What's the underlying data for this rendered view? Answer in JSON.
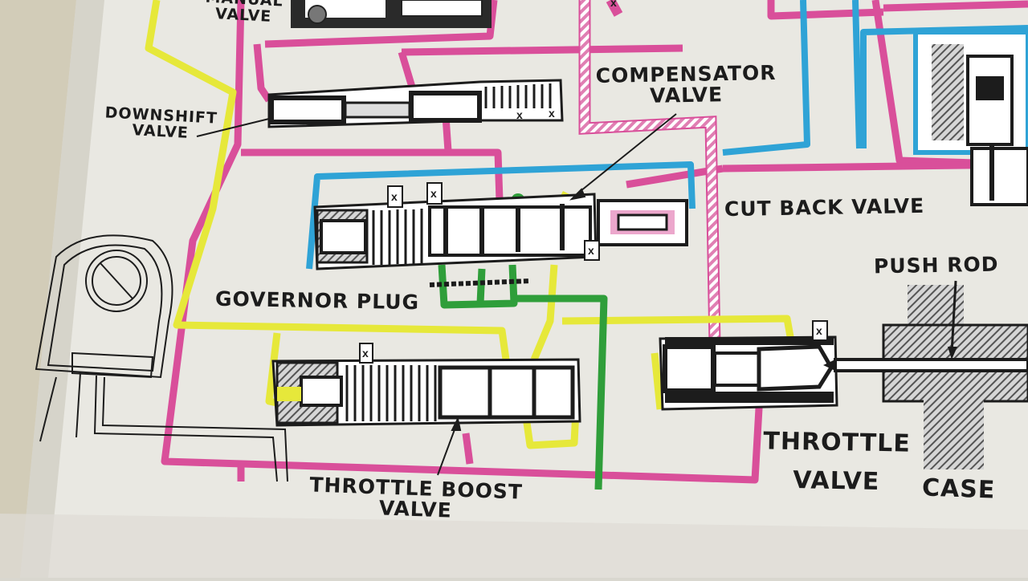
{
  "colors": {
    "page": "#ecebe6",
    "pink": "#d94f9a",
    "blue": "#2fa3d6",
    "yellow": "#e6e83a",
    "green": "#2f9e3a",
    "dark": "#1c1c1c",
    "hatch_pink": "#e8a6c9"
  },
  "labels": {
    "manual_valve": [
      "MANUAL",
      "VALVE"
    ],
    "downshift_valve": [
      "DOWNSHIFT",
      "VALVE"
    ],
    "compensator_valve": [
      "COMPENSATOR",
      "VALVE"
    ],
    "cut_back_valve": "CUT BACK VALVE",
    "push_rod": "PUSH ROD",
    "governor_plug": "GOVERNOR PLUG",
    "throttle_boost_valve": [
      "THROTTLE BOOST",
      "VALVE"
    ],
    "throttle_valve": [
      "THROTTLE",
      "VALVE"
    ],
    "case": "CASE"
  },
  "markers": [
    "x",
    "x",
    "x",
    "x",
    "x",
    "x",
    "x",
    "x"
  ]
}
